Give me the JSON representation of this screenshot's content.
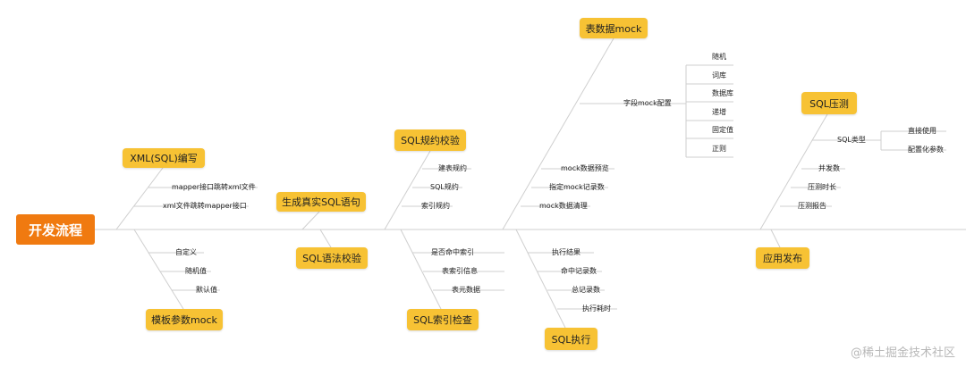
{
  "root": {
    "label": "开发流程"
  },
  "branches": [
    {
      "id": "xml",
      "label": "XML(SQL)编写",
      "items": [
        "mapper接口跳转xml文件",
        "xml文件跳转mapper接口"
      ]
    },
    {
      "id": "template",
      "label": "模板参数mock",
      "items": [
        "自定义",
        "随机值",
        "默认值"
      ]
    },
    {
      "id": "gen-sql",
      "label": "生成真实SQL语句",
      "items": []
    },
    {
      "id": "syntax",
      "label": "SQL语法校验",
      "items": []
    },
    {
      "id": "rule",
      "label": "SQL规约校验",
      "items": [
        "建表规约",
        "SQL规约",
        "索引规约"
      ]
    },
    {
      "id": "index",
      "label": "SQL索引检查",
      "items": [
        "是否命中索引",
        "表索引信息",
        "表元数据"
      ]
    },
    {
      "id": "table-mock",
      "label": "表数据mock",
      "items": [
        "字段mock配置",
        "mock数据预览",
        "指定mock记录数",
        "mock数据清理"
      ],
      "field_mock_options": [
        "随机",
        "词库",
        "数据库",
        "递增",
        "固定值",
        "正则"
      ]
    },
    {
      "id": "exec",
      "label": "SQL执行",
      "items": [
        "执行结果",
        "命中记录数",
        "总记录数",
        "执行耗时"
      ]
    },
    {
      "id": "pressure",
      "label": "SQL压测",
      "items": [
        "SQL类型",
        "并发数",
        "压测时长",
        "压测报告"
      ],
      "sql_type_options": [
        "直接使用",
        "配置化参数"
      ]
    },
    {
      "id": "release",
      "label": "应用发布",
      "items": []
    }
  ],
  "watermark": "@稀土掘金技术社区"
}
